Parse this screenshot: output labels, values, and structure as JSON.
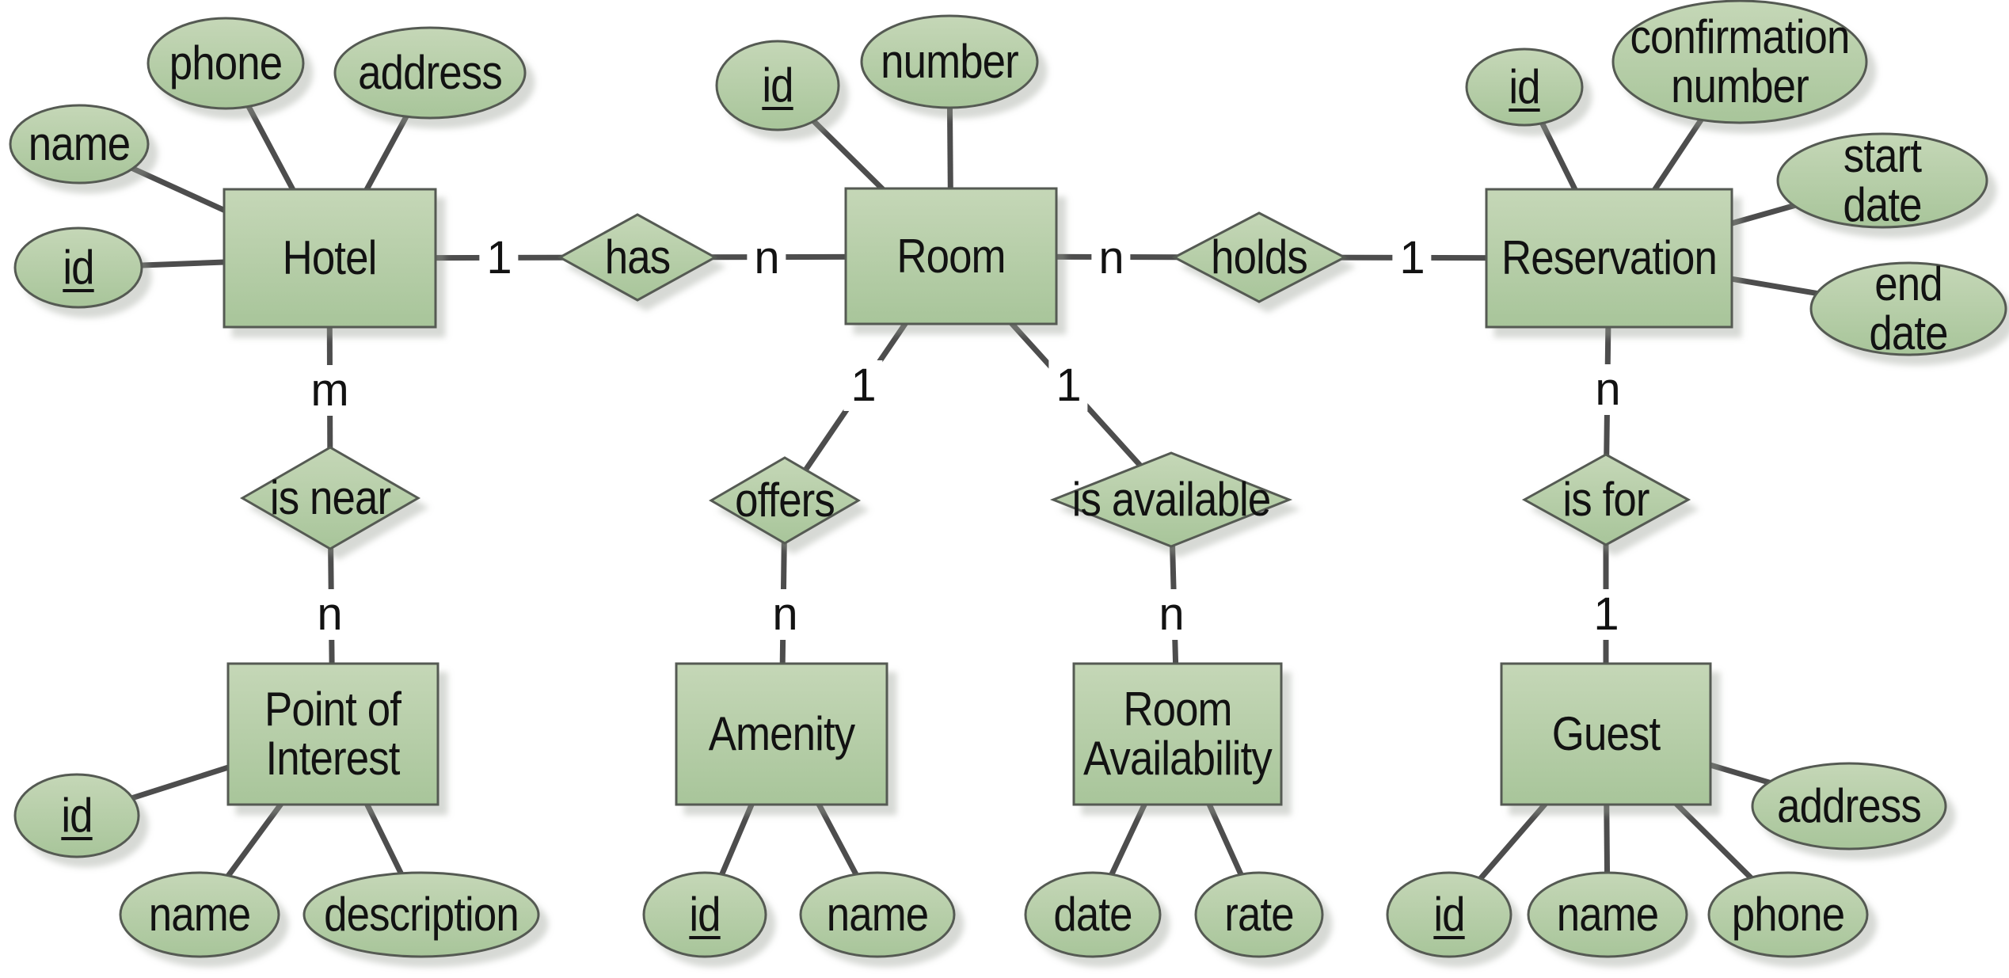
{
  "diagram": {
    "type": "entity-relationship-diagram",
    "colors": {
      "canvas_bg": "#ffffff",
      "shape_fill_top": "#c5d7b7",
      "shape_fill_bottom": "#a8c59a",
      "shape_border": "#555a52",
      "connector": "#4d4d4d",
      "text_color": "#121212",
      "shadow_color": "#9aa196"
    }
  },
  "entities": {
    "hotel": {
      "label": "Hotel"
    },
    "room": {
      "label": "Room"
    },
    "reservation": {
      "label": "Reservation"
    },
    "point_of_interest": {
      "label": "Point of\nInterest"
    },
    "amenity": {
      "label": "Amenity"
    },
    "room_availability": {
      "label": "Room\nAvailability"
    },
    "guest": {
      "label": "Guest"
    }
  },
  "relationships": {
    "has": {
      "label": "has"
    },
    "holds": {
      "label": "holds"
    },
    "is_near": {
      "label": "is near"
    },
    "offers": {
      "label": "offers"
    },
    "is_available": {
      "label": "is available"
    },
    "is_for": {
      "label": "is for"
    }
  },
  "attributes": {
    "hotel_id": "id",
    "hotel_name": "name",
    "hotel_phone": "phone",
    "hotel_address": "address",
    "room_id": "id",
    "room_number": "number",
    "reservation_id": "id",
    "reservation_confirmation_number": "confirmation\nnumber",
    "reservation_start_date": "start date",
    "reservation_end_date": "end date",
    "point_of_interest_id": "id",
    "point_of_interest_name": "name",
    "point_of_interest_description": "description",
    "amenity_id": "id",
    "amenity_name": "name",
    "room_availability_date": "date",
    "room_availability_rate": "rate",
    "guest_id": "id",
    "guest_name": "name",
    "guest_phone": "phone",
    "guest_address": "address"
  },
  "primary_keys": [
    "hotel.id",
    "room.id",
    "reservation.id",
    "point_of_interest.id",
    "amenity.id",
    "guest.id"
  ],
  "cardinalities": {
    "hotel_has": "1",
    "has_room": "n",
    "room_holds": "n",
    "holds_reservation": "1",
    "hotel_is_near": "m",
    "is_near_point_of_interest": "n",
    "room_offers": "1",
    "offers_amenity": "n",
    "room_is_available": "1",
    "is_available_room_availability": "n",
    "reservation_is_for": "n",
    "is_for_guest": "1"
  }
}
